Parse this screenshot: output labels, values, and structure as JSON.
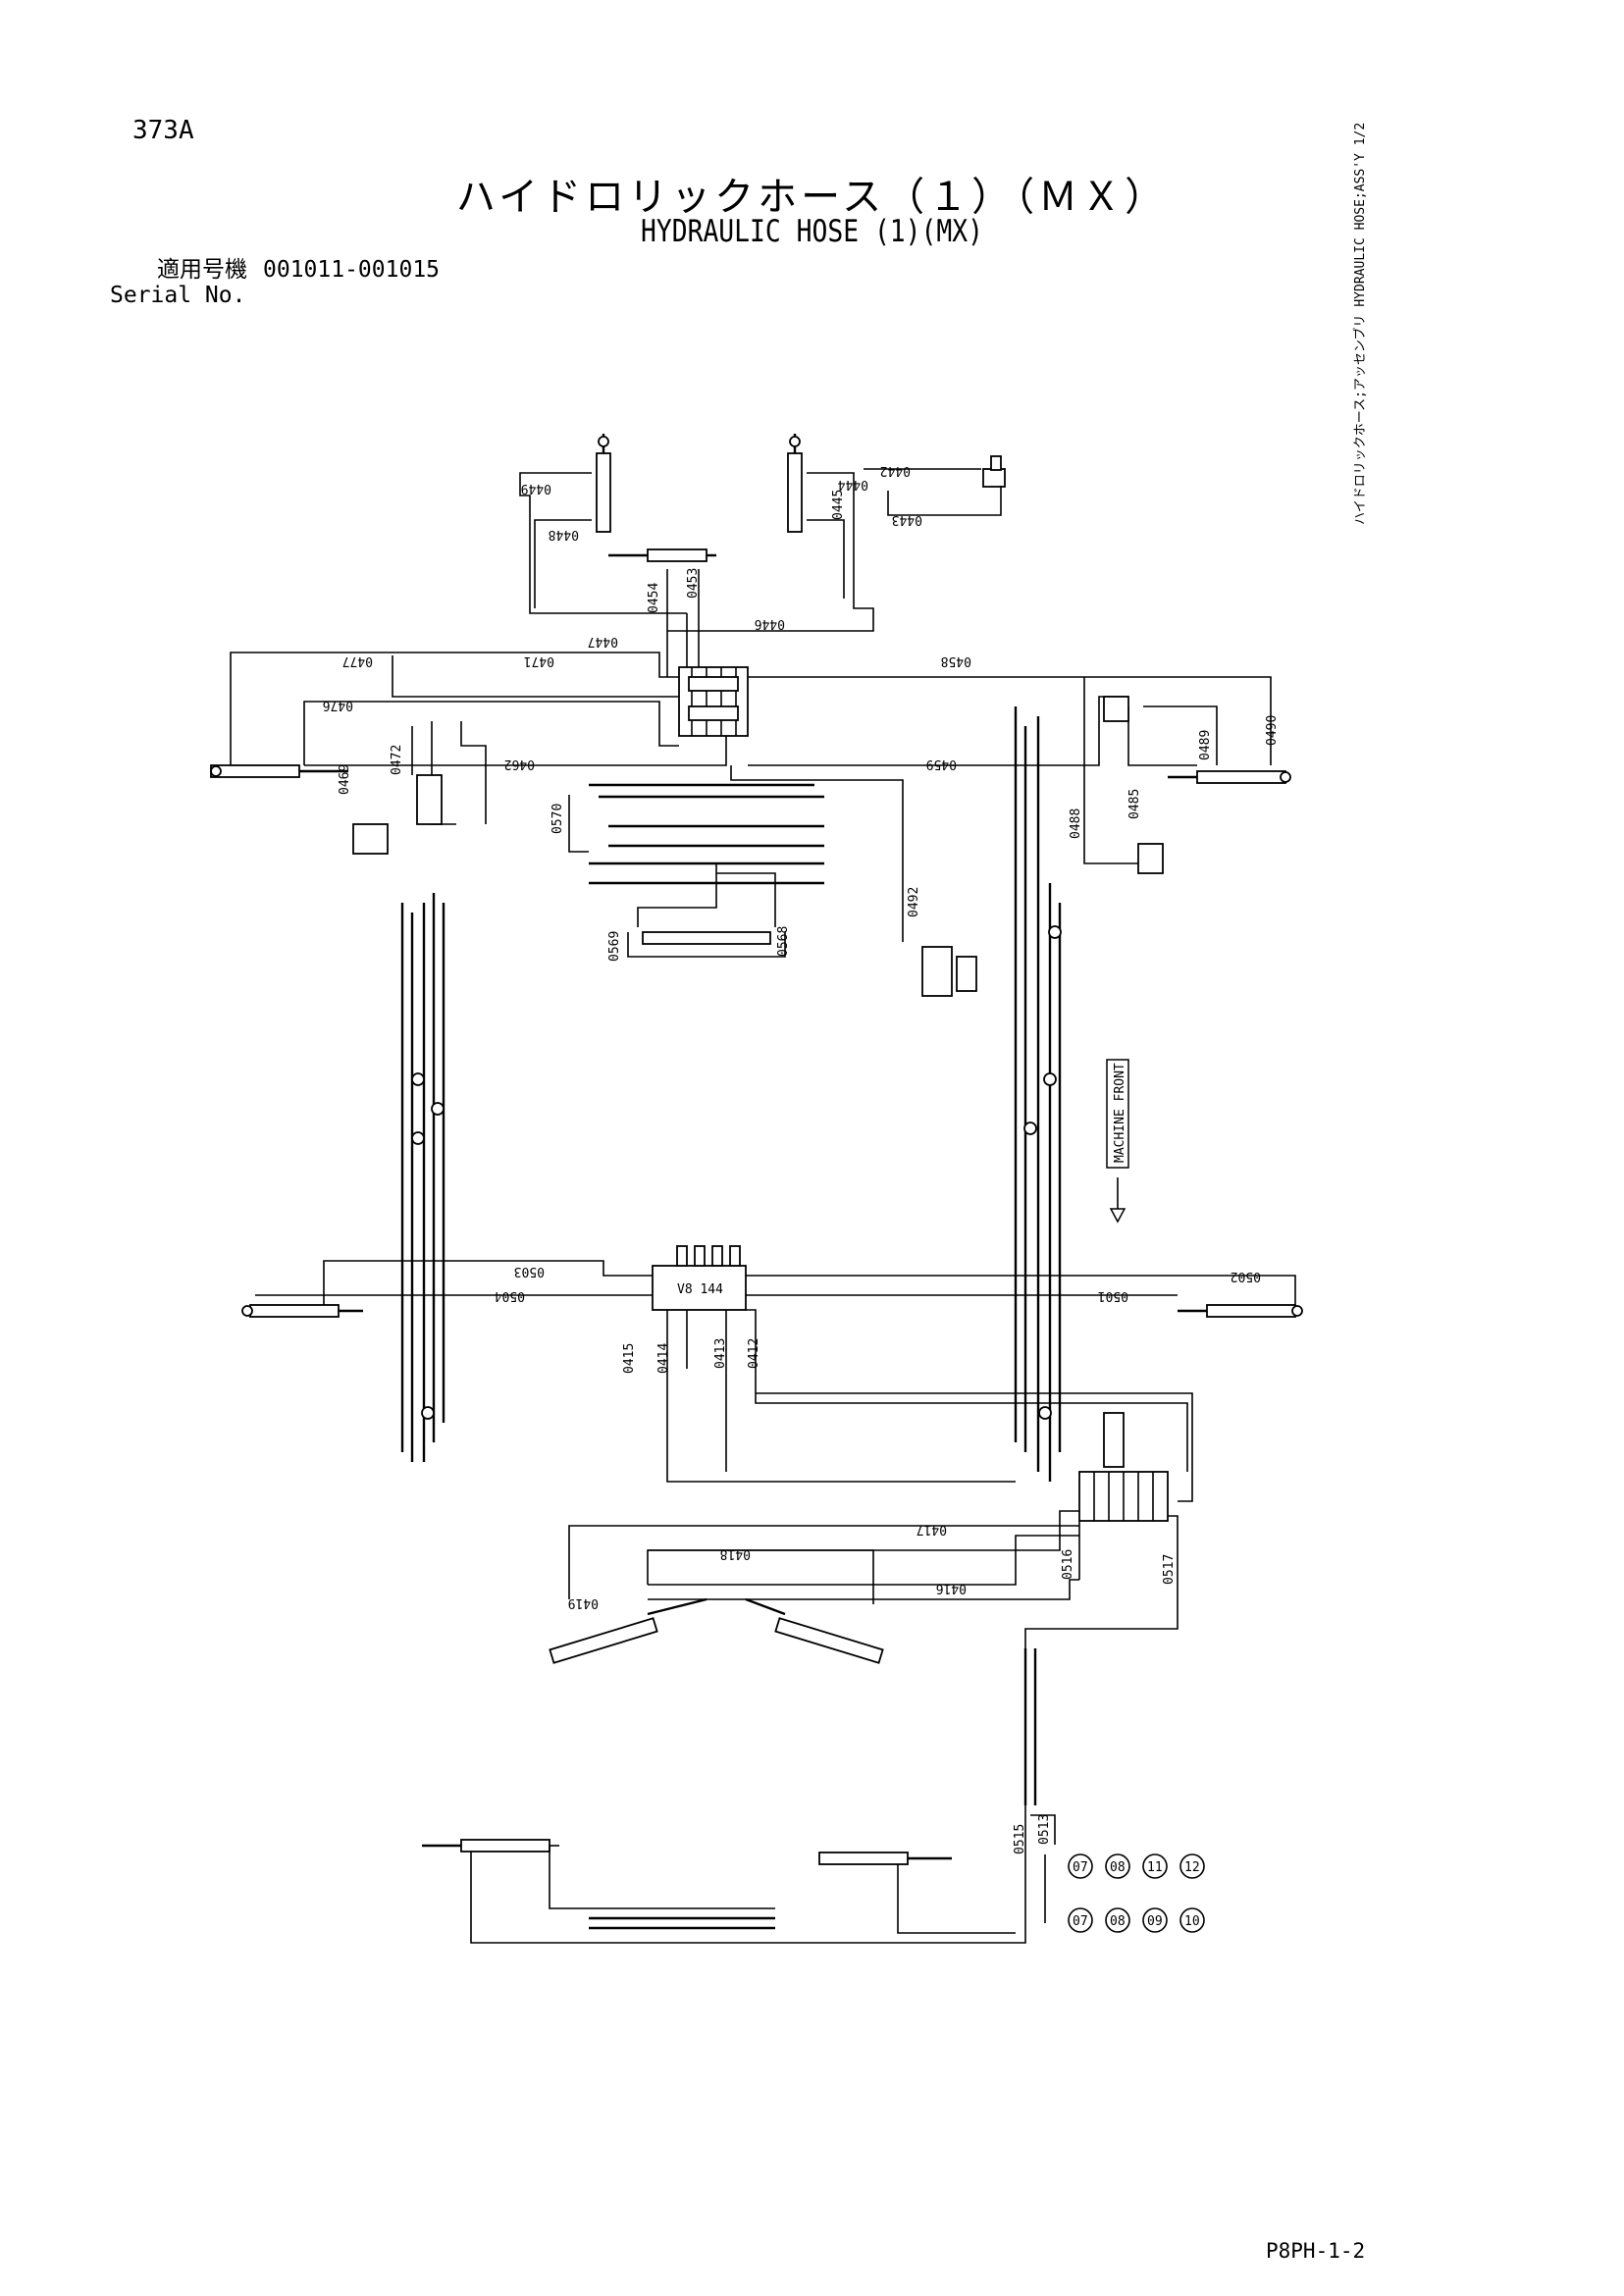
{
  "page_number": "373A",
  "title_jp": "ハイドロリックホース（１）（ＭＸ）",
  "title_en": "HYDRAULIC HOSE (1)(MX)",
  "serial_label_jp": "適用号機",
  "serial_label_en": "Serial No.",
  "serial_range": "001011-001015",
  "footer_code": "P8PH-1-2",
  "side_note": "ハイドロリックホース;アッセンブリ HYDRAULIC HOSE;ASS'Y 1/2",
  "machine_front_label": "MACHINE FRONT",
  "valve_label": "V8 144",
  "hose_labels": {
    "h0449": "0449",
    "h0448": "0448",
    "h0444": "0444",
    "h0445": "0445",
    "h0442": "0442",
    "h0443": "0443",
    "h0454": "0454",
    "h0453": "0453",
    "h0446": "0446",
    "h0447": "0447",
    "h0471": "0471",
    "h0477": "0477",
    "h0458": "0458",
    "h0476": "0476",
    "h0472": "0472",
    "h0469": "0469",
    "h0462": "0462",
    "h0459": "0459",
    "h0489": "0489",
    "h0490": "0490",
    "h0488": "0488",
    "h0485": "0485",
    "h0570": "0570",
    "h0492": "0492",
    "h0569": "0569",
    "h0568": "0568",
    "h0503": "0503",
    "h0504": "0504",
    "h0501": "0501",
    "h0502": "0502",
    "h0415": "0415",
    "h0414": "0414",
    "h0413": "0413",
    "h0412": "0412",
    "h0417": "0417",
    "h0418": "0418",
    "h0516": "0516",
    "h0517": "0517",
    "h0419": "0419",
    "h0416": "0416",
    "h0515": "0515",
    "h0513": "0513"
  },
  "circle_labels_top": [
    "07",
    "08",
    "11",
    "12"
  ],
  "circle_labels_bottom": [
    "07",
    "08",
    "09",
    "10"
  ]
}
